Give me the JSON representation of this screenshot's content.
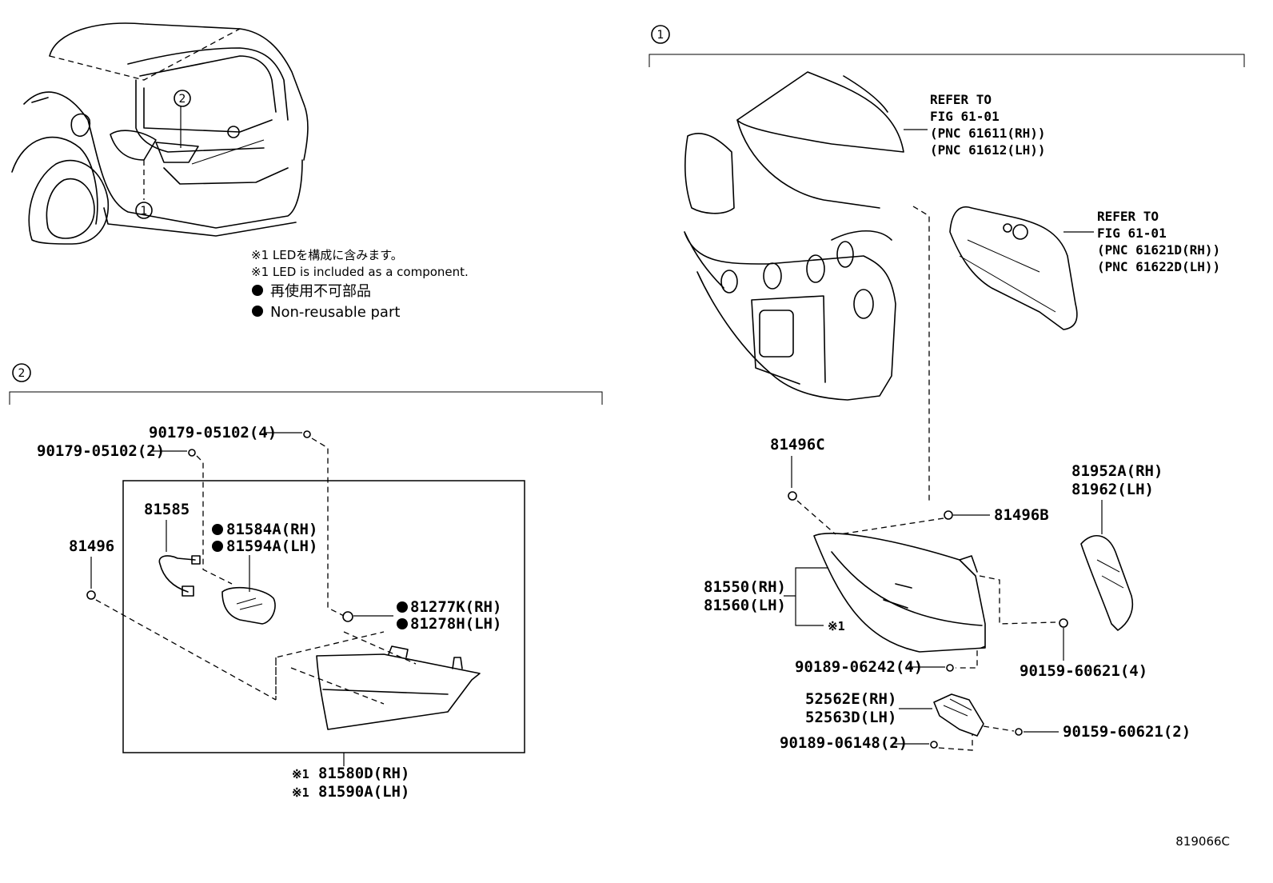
{
  "notes": {
    "led_jp": "※1 LEDを構成に含みます。",
    "led_en": "※1 LED is included as a component.",
    "nonreuse_jp": "再使用不可部品",
    "nonreuse_en": "Non-reusable part"
  },
  "callouts": {
    "one": "1",
    "two": "2"
  },
  "section2": {
    "p_90179_4": "90179-05102(4)",
    "p_90179_2": "90179-05102(2)",
    "p_81585": "81585",
    "p_81584A": "81584A(RH)",
    "p_81594A": "81594A(LH)",
    "p_81496": "81496",
    "p_81277K": "81277K(RH)",
    "p_81278H": "81278H(LH)",
    "p_81580D": "81580D(RH)",
    "p_81590A": "81590A(LH)",
    "note_marker": "※1"
  },
  "section1": {
    "refer1": [
      "REFER TO",
      "FIG 61-01",
      "(PNC 61611(RH))",
      "(PNC 61612(LH))"
    ],
    "refer2": [
      "REFER TO",
      "FIG 61-01",
      "(PNC 61621D(RH))",
      "(PNC 61622D(LH))"
    ],
    "p_81496C": "81496C",
    "p_81496B": "81496B",
    "p_81952A": "81952A(RH)",
    "p_81962": "81962(LH)",
    "p_81550": "81550(RH)",
    "p_81560": "81560(LH)",
    "note_marker": "※1",
    "p_90189_4": "90189-06242(4)",
    "p_90159_4": "90159-60621(4)",
    "p_52562E": "52562E(RH)",
    "p_52563D": "52563D(LH)",
    "p_90189_2": "90189-06148(2)",
    "p_90159_2": "90159-60621(2)"
  },
  "figure_id": "819066C",
  "icons": {
    "nonreusable": "filled-circle-icon",
    "callout": "circled-number-icon"
  }
}
